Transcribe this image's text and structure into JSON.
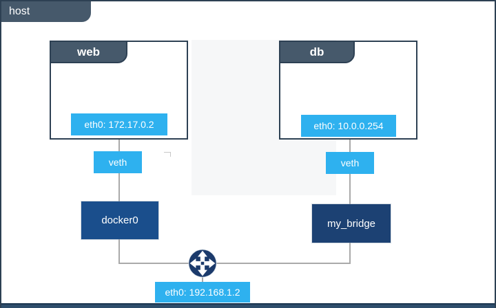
{
  "diagram": {
    "host_tab": "host",
    "containers": [
      {
        "title": "web",
        "eth": "eth0: 172.17.0.2",
        "veth": "veth",
        "bridge": "docker0"
      },
      {
        "title": "db",
        "eth": "eth0: 10.0.0.254",
        "veth": "veth",
        "bridge": "my_bridge"
      }
    ],
    "host_eth": "eth0: 192.168.1.2",
    "router_icon": "four-way-arrows-router"
  },
  "colors": {
    "tab_slate": "#46596B",
    "box_border": "#2D4053",
    "badge_blue": "#2EB1EF",
    "bridge_left": "#1A4E8C",
    "bridge_right": "#1C4173",
    "router_navy": "#1B3A6B",
    "connector_gray": "#A9A9A9",
    "bottom_bar": "#2E4D6B"
  }
}
